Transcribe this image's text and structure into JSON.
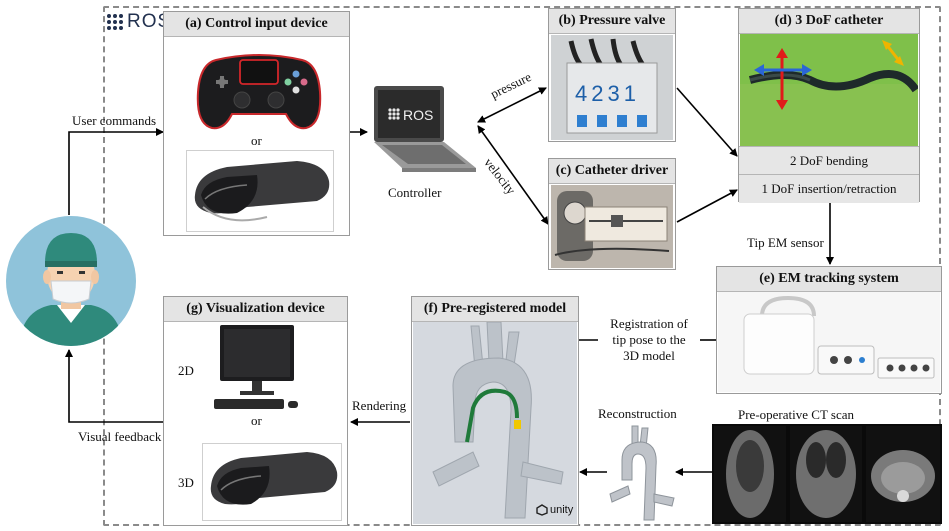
{
  "ros_logo": {
    "text": "ROS"
  },
  "labels": {
    "user_commands": "User commands",
    "or_a": "or",
    "controller": "Controller",
    "pressure": "pressure",
    "velocity": "velocity",
    "tip_em_sensor": "Tip EM sensor",
    "registration": [
      "Registration of",
      "tip pose to the",
      "3D  model"
    ],
    "rendering": "Rendering",
    "visual_feedback": "Visual feedback",
    "reconstruction": "Reconstruction",
    "preop_ct": "Pre-operative CT scan",
    "label_2d": "2D",
    "or_g": "or",
    "label_3d": "3D",
    "unity": "unity",
    "laptop_screen": "ROS",
    "valve_digits": "4231"
  },
  "panels": {
    "a": {
      "title": "(a) Control input device"
    },
    "b": {
      "title": "(b) Pressure valve"
    },
    "c": {
      "title": "(c) Catheter driver"
    },
    "d": {
      "title": "(d) 3 DoF catheter",
      "rows": [
        "2 DoF bending",
        "1 DoF insertion/retraction"
      ]
    },
    "e": {
      "title": "(e) EM tracking system"
    },
    "f": {
      "title": "(f) Pre-registered model"
    },
    "g": {
      "title": "(g) Visualization device"
    }
  },
  "colors": {
    "panel_header": "#e4e4e4",
    "frame_dash": "#8a8a8a",
    "avatar_bg": "#8fc3da",
    "scrubs": "#2f8a7c",
    "catheter_green": "#1f7a3a",
    "arrow_red": "#e01a1a",
    "arrow_blue": "#2a66d6",
    "arrow_yellow": "#f0b400"
  }
}
